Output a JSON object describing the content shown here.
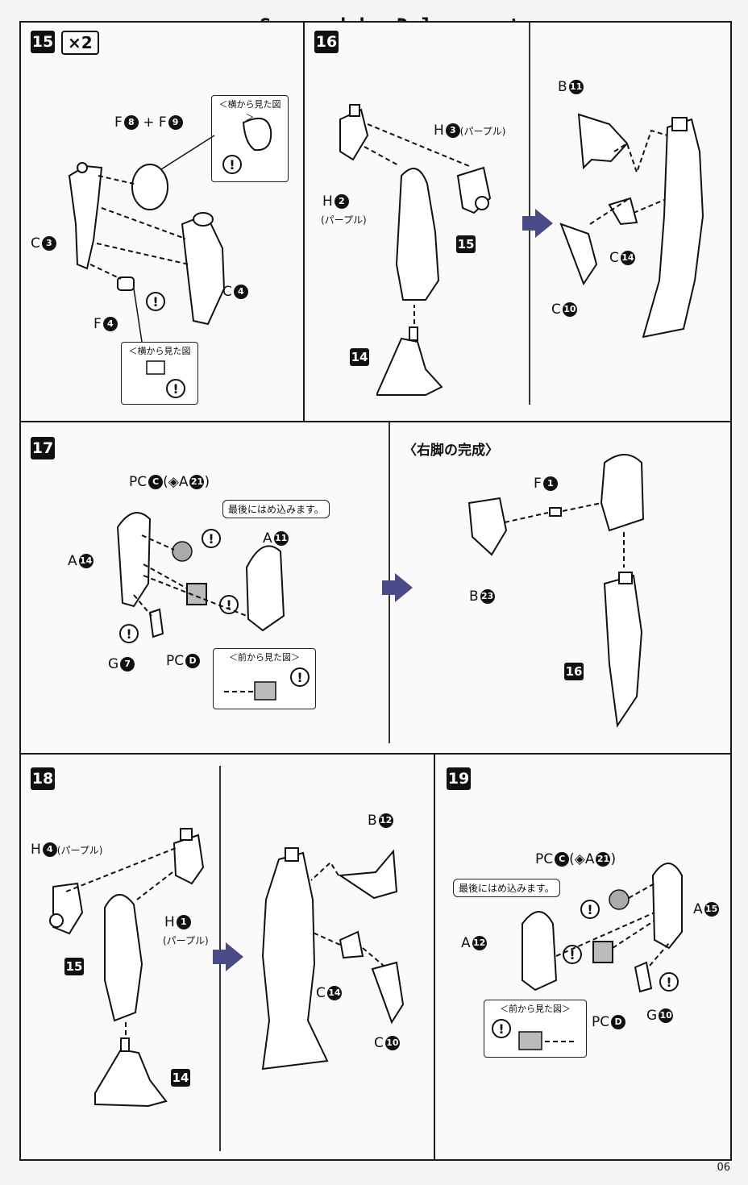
{
  "header": {
    "scan_credit": "Scanned by Dalong.net"
  },
  "page_number": "06",
  "steps": {
    "s15": {
      "num": "15",
      "multiplier": "×2",
      "labels": {
        "f8f9_a": "F",
        "f8f9_n1": "8",
        "f8f9_plus": "+ F",
        "f8f9_n2": "9",
        "c3": "C",
        "c3_n": "3",
        "c4": "C",
        "c4_n": "4",
        "f4": "F",
        "f4_n": "4"
      },
      "side_view_1": "＜横から見た図＞",
      "side_view_2": "＜横から見た図＞"
    },
    "s16": {
      "num": "16",
      "labels": {
        "h3": "H",
        "h3_n": "3",
        "h3_note": "(パープル)",
        "h2": "H",
        "h2_n": "2",
        "h2_note": "(パープル)",
        "b11": "B",
        "b11_n": "11",
        "c14": "C",
        "c14_n": "14",
        "c10": "C",
        "c10_n": "10"
      },
      "ref15": "15",
      "ref14": "14"
    },
    "s17": {
      "num": "17",
      "labels": {
        "pcc_a": "PC",
        "pcc_n": "C",
        "pcc_paren": "(",
        "pcc_a21": "A",
        "pcc_a21_n": "21",
        "pcc_close": ")",
        "a14": "A",
        "a14_n": "14",
        "a11": "A",
        "a11_n": "11",
        "g7": "G",
        "g7_n": "7",
        "pcd": "PC",
        "pcd_n": "D"
      },
      "last_note": "最後にはめ込みます。",
      "front_view": "＜前から見た図＞"
    },
    "right_leg": {
      "title": "〈右脚の完成〉",
      "labels": {
        "f1": "F",
        "f1_n": "1",
        "b23": "B",
        "b23_n": "23"
      },
      "ref16": "16"
    },
    "s18": {
      "num": "18",
      "labels": {
        "h4": "H",
        "h4_n": "4",
        "h4_note": "(パープル)",
        "h1": "H",
        "h1_n": "1",
        "h1_note": "(パープル)",
        "b12": "B",
        "b12_n": "12",
        "c14": "C",
        "c14_n": "14",
        "c10": "C",
        "c10_n": "10"
      },
      "ref15": "15",
      "ref14": "14"
    },
    "s19": {
      "num": "19",
      "labels": {
        "pcc_a": "PC",
        "pcc_n": "C",
        "pcc_paren": "(",
        "pcc_a21": "A",
        "pcc_a21_n": "21",
        "pcc_close": ")",
        "a15": "A",
        "a15_n": "15",
        "a12": "A",
        "a12_n": "12",
        "g10": "G",
        "g10_n": "10",
        "pcd": "PC",
        "pcd_n": "D"
      },
      "last_note": "最後にはめ込みます。",
      "front_view": "＜前から見た図＞"
    }
  },
  "icons": {
    "warning": "exclamation-icon"
  }
}
